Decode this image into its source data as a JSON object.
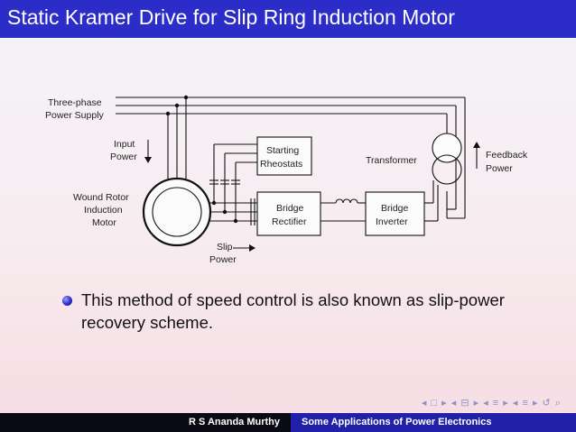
{
  "slide": {
    "title": "Static Kramer Drive for Slip Ring Induction Motor"
  },
  "diagram": {
    "labels": {
      "supply_1": "Three-phase",
      "supply_2": "Power Supply",
      "input_1": "Input",
      "input_2": "Power",
      "motor_1": "Wound Rotor",
      "motor_2": "Induction",
      "motor_3": "Motor",
      "rheostat_1": "Starting",
      "rheostat_2": "Rheostats",
      "rectifier_1": "Bridge",
      "rectifier_2": "Rectifier",
      "inverter_1": "Bridge",
      "inverter_2": "Inverter",
      "transformer": "Transformer",
      "feedback_1": "Feedback",
      "feedback_2": "Power",
      "slip_1": "Slip",
      "slip_2": "Power"
    }
  },
  "bullet": {
    "text": "This method of speed control is also known as slip-power recovery scheme."
  },
  "footer": {
    "author": "R S Ananda Murthy",
    "topic": "Some Applications of Power Electronics"
  },
  "colors": {
    "title_bar": "#2c2cc8",
    "footer_topic": "#2020a8"
  }
}
